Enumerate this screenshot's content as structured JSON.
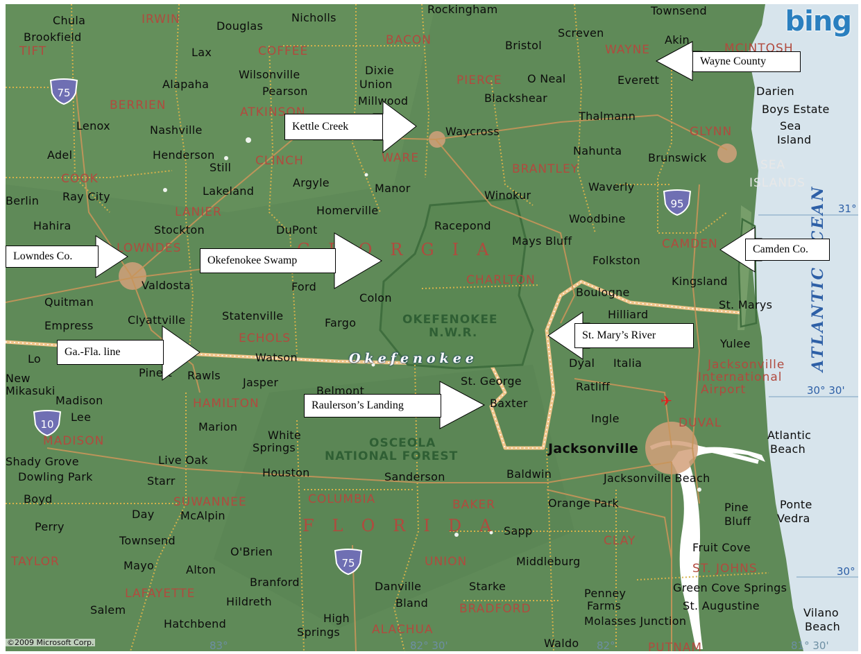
{
  "map": {
    "copyright": "©2009 Microsoft Corp.",
    "brand": "bing",
    "ocean_label": "ATLANTIC OCEAN",
    "swamp_label": "Okefenokee",
    "colors": {
      "land": "#5f8a58",
      "ocean": "#d7e4ec",
      "water": "#ffffff",
      "county_line": "#d7b24a",
      "state_line": "#f0c58a",
      "road": "#c8955a",
      "county_text": "#b14a3e",
      "ocean_text": "#2d5fa6",
      "swamp_outline": "#3f6e3e"
    }
  },
  "coordinates": {
    "lat_31": "31°",
    "lat_30_30": "30° 30'",
    "lat_30": "30°",
    "lon_83": "83°",
    "lon_82_30": "82° 30'",
    "lon_82": "82°",
    "lon_81_30": "81° 30'"
  },
  "highways": {
    "i75_north": "75",
    "i10": "10",
    "i95": "95",
    "i75_south": "75"
  },
  "states": {
    "georgia": "GEORGIA",
    "florida": "FLORIDA"
  },
  "special_areas": {
    "okefenokee_nwr_line1": "OKEFENOKEE",
    "okefenokee_nwr_line2": "N.W.R.",
    "osceola_line1": "OSCEOLA",
    "osceola_line2": "NATIONAL FOREST",
    "sea_islands_line1": "SEA",
    "sea_islands_line2": "ISLANDS"
  },
  "counties": {
    "irwin": "IRWIN",
    "bacon": "BACON",
    "wayne": "WAYNE",
    "mcintosh": "MCINTOSH",
    "tift": "TIFT",
    "coffee": "COFFEE",
    "pierce": "PIERCE",
    "berrien": "BERRIEN",
    "atkinson": "ATKINSON",
    "glynn": "GLYNN",
    "cook": "COOK",
    "clinch": "CLINCH",
    "ware": "WARE",
    "brantley": "BRANTLEY",
    "lanier": "LANIER",
    "lowndes": "LOWNDES",
    "camden": "CAMDEN",
    "charlton": "CHARLTON",
    "echols": "ECHOLS",
    "hamilton": "HAMILTON",
    "madison": "MADISON",
    "duval": "DUVAL",
    "suwannee": "SUWANNEE",
    "columbia": "COLUMBIA",
    "baker": "BAKER",
    "clay": "CLAY",
    "taylor": "TAYLOR",
    "union": "UNION",
    "st_johns": "ST. JOHNS",
    "lafayette": "LAFAYETTE",
    "bradford": "BRADFORD",
    "alachua": "ALACHUA",
    "putnam": "PUTNAM"
  },
  "cities": {
    "chula": "Chula",
    "douglas": "Douglas",
    "nicholls": "Nicholls",
    "rockingham": "Rockingham",
    "townsend_ga": "Townsend",
    "brookfield": "Brookfield",
    "lax": "Lax",
    "bristol": "Bristol",
    "screven": "Screven",
    "akin": "Akin",
    "wilsonville": "Wilsonville",
    "dixie_union_1": "Dixie",
    "dixie_union_2": "Union",
    "oneal": "O Neal",
    "everett": "Everett",
    "alapaha": "Alapaha",
    "pearson": "Pearson",
    "darien": "Darien",
    "blackshear": "Blackshear",
    "boys_estate": "Boys Estate",
    "millwood": "Millwood",
    "thalmann": "Thalmann",
    "lenox": "Lenox",
    "nashville": "Nashville",
    "waycross": "Waycross",
    "sea_island_1": "Sea",
    "sea_island_2": "Island",
    "adel": "Adel",
    "henderson": "Henderson",
    "still": "Still",
    "nahunta": "Nahunta",
    "brunswick": "Brunswick",
    "berlin": "Berlin",
    "ray_city": "Ray City",
    "lakeland": "Lakeland",
    "argyle": "Argyle",
    "manor": "Manor",
    "winokur": "Winokur",
    "waverly": "Waverly",
    "homerville": "Homerville",
    "hahira": "Hahira",
    "stockton": "Stockton",
    "dupont": "DuPont",
    "racepond": "Racepond",
    "woodbine": "Woodbine",
    "mays_bluff": "Mays Bluff",
    "folkston": "Folkston",
    "valdosta": "Valdosta",
    "ford": "Ford",
    "kingsland": "Kingsland",
    "boulogne": "Boulogne",
    "quitman": "Quitman",
    "colon": "Colon",
    "st_marys": "St. Marys",
    "hilliard": "Hilliard",
    "empress": "Empress",
    "clyattville": "Clyattville",
    "statenville": "Statenville",
    "fargo": "Fargo",
    "yulee": "Yulee",
    "lo": "Lo",
    "watson": "Watson",
    "pinetta": "Pinett",
    "rawls": "Rawls",
    "dyal": "Dyal",
    "italia": "Italia",
    "new_mikasuki_1": "New",
    "new_mikasuki_2": "Mikasuki",
    "jasper": "Jasper",
    "belmont": "Belmont",
    "st_george": "St. George",
    "ratliff": "Ratliff",
    "jax_airport_1": "Jacksonville",
    "jax_airport_2": "International",
    "jax_airport_3": "Airport",
    "madison_city": "Madison",
    "baxter": "Baxter",
    "lee": "Lee",
    "marion": "Marion",
    "ingle": "Ingle",
    "white_springs_1": "White",
    "white_springs_2": "Springs",
    "atlantic_beach_1": "Atlantic",
    "atlantic_beach_2": "Beach",
    "jacksonville": "Jacksonville",
    "shady_grove": "Shady Grove",
    "live_oak": "Live Oak",
    "dowling_park": "Dowling Park",
    "starr": "Starr",
    "houston": "Houston",
    "sanderson": "Sanderson",
    "baldwin": "Baldwin",
    "jax_beach": "Jacksonville Beach",
    "boyd": "Boyd",
    "ponte_vedra_1": "Ponte",
    "ponte_vedra_2": "Vedra",
    "day": "Day",
    "mcalpin": "McAlpin",
    "orange_park": "Orange Park",
    "pine_bluff_1": "Pine",
    "pine_bluff_2": "Bluff",
    "perry": "Perry",
    "sapp": "Sapp",
    "townsend_fl": "Townsend",
    "fruit_cove": "Fruit Cove",
    "obrien": "O'Brien",
    "mayo": "Mayo",
    "alton": "Alton",
    "middleburg": "Middleburg",
    "branford": "Branford",
    "danville": "Danville",
    "starke": "Starke",
    "penney_farms_1": "Penney",
    "penney_farms_2": "Farms",
    "green_cove": "Green Cove Springs",
    "salem": "Salem",
    "hildreth": "Hildreth",
    "bland": "Bland",
    "st_augustine": "St. Augustine",
    "vilano_beach_1": "Vilano",
    "vilano_beach_2": "Beach",
    "hatchbend": "Hatchbend",
    "high_springs_1": "High",
    "high_springs_2": "Springs",
    "molasses": "Molasses Junction",
    "waldo": "Waldo"
  },
  "callouts": {
    "wayne_county": "Wayne County",
    "kettle_creek": "Kettle Creek",
    "lowndes_co": "Lowndes Co.",
    "okefenokee_swamp": "Okefenokee Swamp",
    "camden_co": "Camden Co.",
    "st_marys_river": "St. Mary’s River",
    "ga_fla_line": "Ga.-Fla. line",
    "raulersons_landing": "Raulerson’s Landing"
  }
}
